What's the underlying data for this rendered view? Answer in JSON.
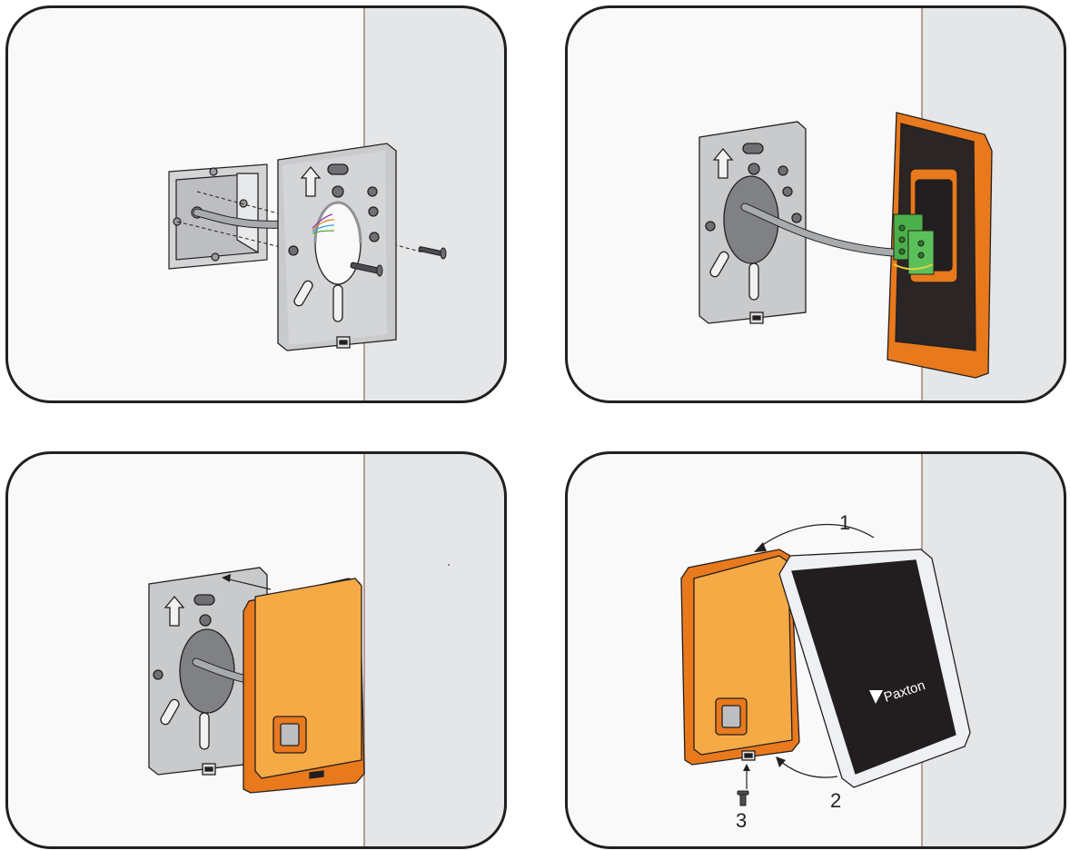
{
  "colors": {
    "wall": "#f9f9f9",
    "wall_edge": "#e5e6e8",
    "frame": "#231f20",
    "plate": "#c9cacc",
    "plate_dark": "#8f9194",
    "back_box": "#d3d4d6",
    "cable": "#a8abad",
    "orange_dark": "#e8791c",
    "orange_light": "#f5aa46",
    "reader_face": "#221e1f",
    "reader_bezel": "#eef0f3",
    "terminal": "#4bb04a"
  },
  "panels": [
    {
      "name": "step-back-plate-fixing",
      "icons": [
        "back-box-icon",
        "mounting-plate-icon",
        "screw-icon",
        "cable-icon"
      ]
    },
    {
      "name": "step-wiring-connector",
      "icons": [
        "mounting-plate-icon",
        "reader-back-icon",
        "terminal-block-icon",
        "cable-icon"
      ]
    },
    {
      "name": "step-fit-housing",
      "icons": [
        "mounting-plate-icon",
        "orange-housing-icon",
        "arrow-icon"
      ]
    },
    {
      "name": "step-attach-reader",
      "icons": [
        "orange-housing-icon",
        "reader-icon",
        "arrow-icon",
        "screw-icon"
      ]
    }
  ],
  "step4": {
    "label_1": "1",
    "label_2": "2",
    "label_3": "3",
    "brand": "Paxton"
  }
}
